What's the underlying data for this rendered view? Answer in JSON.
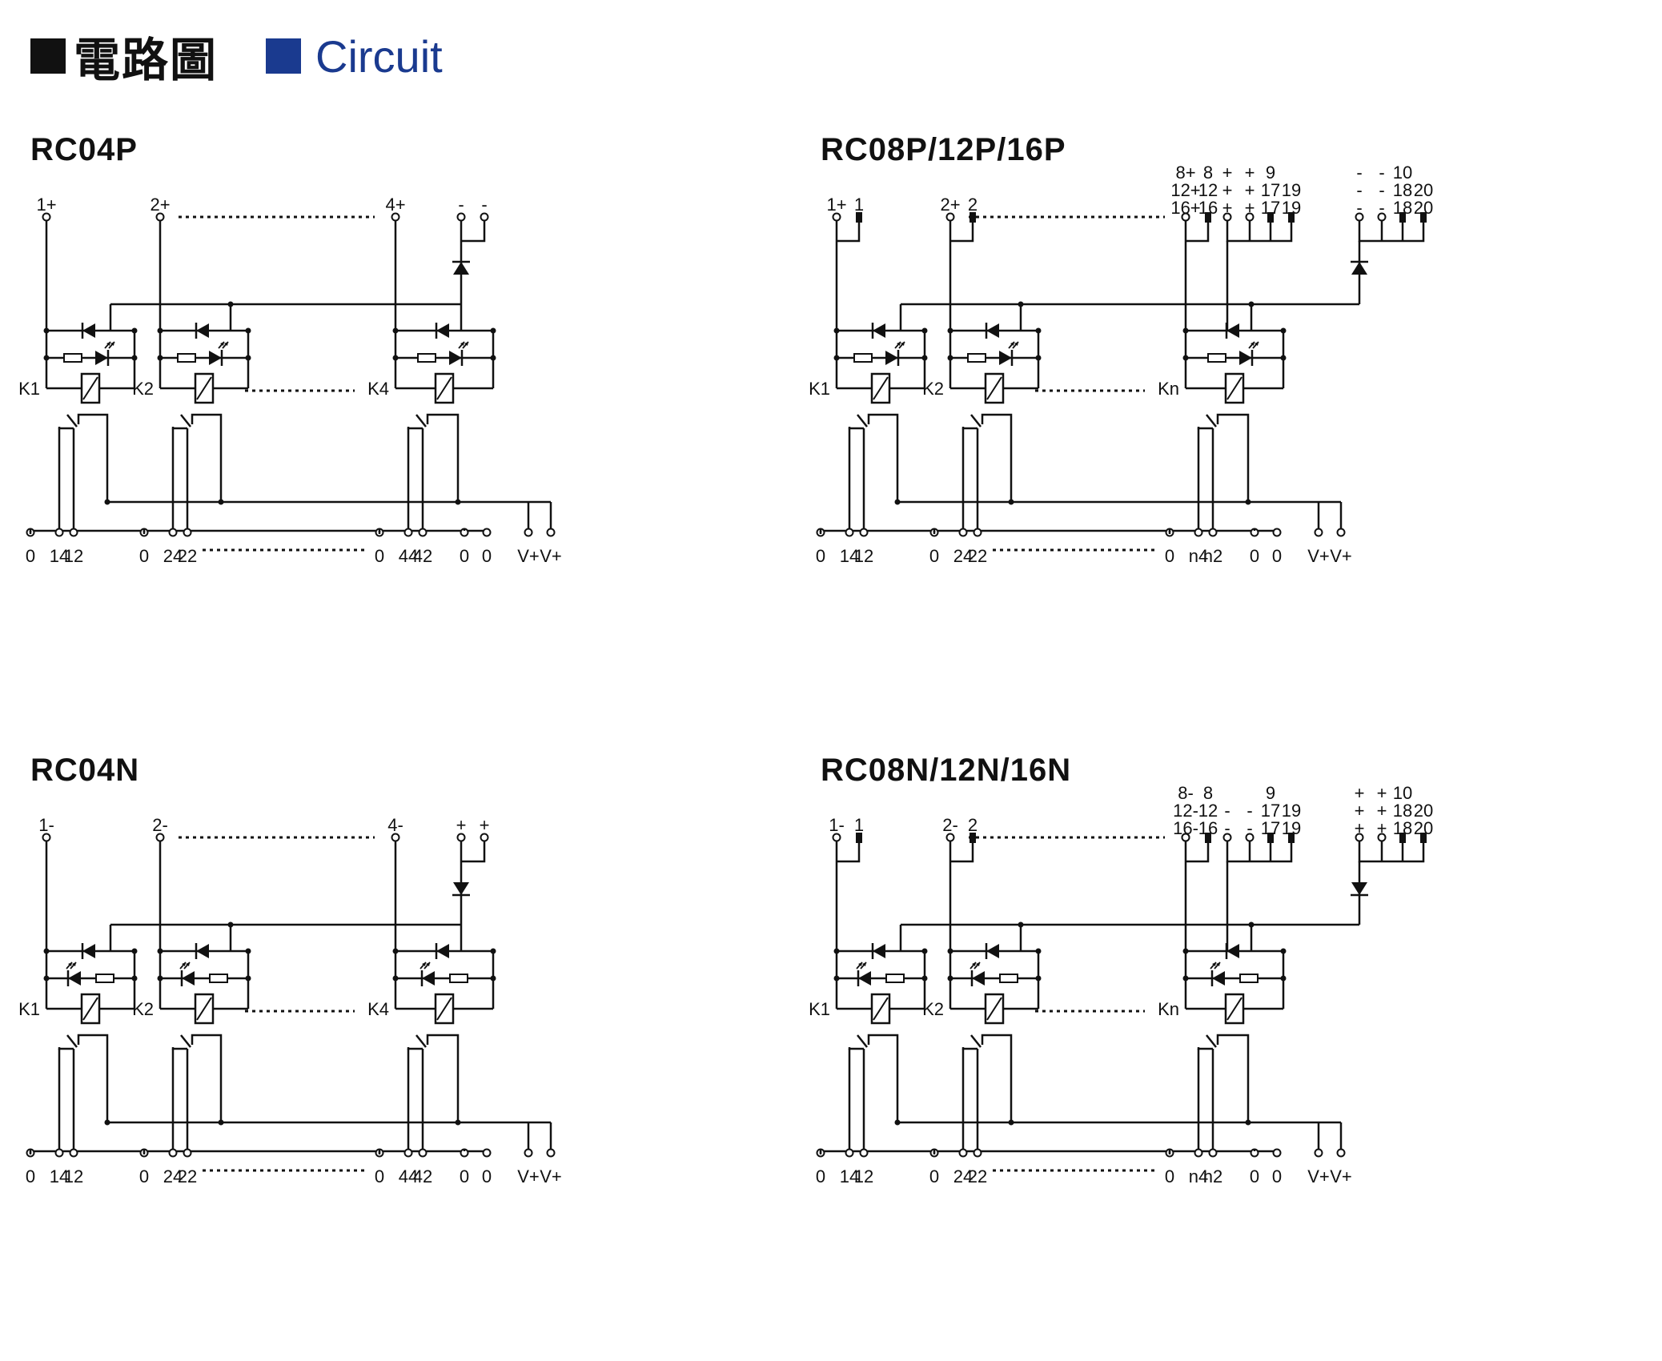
{
  "header": {
    "zh_title": "電路圖",
    "en_title": "Circuit",
    "zh_square_color": "#111111",
    "en_square_color": "#1a3a8f",
    "en_title_color": "#1a3a8f"
  },
  "panels": [
    {
      "id": "rc04p",
      "title": "RC04P",
      "polarity": "P",
      "multi": false,
      "top_labels": [
        "1+",
        "2+",
        "4+",
        "-",
        "-"
      ],
      "relay_labels": [
        "K1",
        "K2",
        "K4"
      ],
      "bottom_labels": [
        "0",
        "14",
        "12",
        "0",
        "24",
        "22",
        "0",
        "44",
        "42",
        "0",
        "0",
        "V+",
        "V+"
      ]
    },
    {
      "id": "rc08p",
      "title": "RC08P/12P/16P",
      "polarity": "P",
      "multi": true,
      "top_labels": [
        "1+",
        "1",
        "2+",
        "2"
      ],
      "group_labels": [
        [
          "8+",
          "12+",
          "16+"
        ],
        [
          "8",
          "12",
          "16"
        ],
        [
          "+",
          "+",
          "+"
        ],
        [
          "+",
          "+",
          "+"
        ],
        [
          "9",
          "17",
          "17"
        ],
        [
          "",
          "19",
          "19"
        ],
        [
          "-",
          "-",
          "-"
        ],
        [
          "-",
          "-",
          "-"
        ],
        [
          "10",
          "18",
          "18"
        ],
        [
          "",
          "20",
          "20"
        ]
      ],
      "relay_labels": [
        "K1",
        "K2",
        "Kn"
      ],
      "bottom_labels": [
        "0",
        "14",
        "12",
        "0",
        "24",
        "22",
        "0",
        "n4",
        "n2",
        "0",
        "0",
        "V+",
        "V+"
      ]
    },
    {
      "id": "rc04n",
      "title": "RC04N",
      "polarity": "N",
      "multi": false,
      "top_labels": [
        "1-",
        "2-",
        "4-",
        "+",
        "+"
      ],
      "relay_labels": [
        "K1",
        "K2",
        "K4"
      ],
      "bottom_labels": [
        "0",
        "14",
        "12",
        "0",
        "24",
        "22",
        "0",
        "44",
        "42",
        "0",
        "0",
        "V+",
        "V+"
      ]
    },
    {
      "id": "rc08n",
      "title": "RC08N/12N/16N",
      "polarity": "N",
      "multi": true,
      "top_labels": [
        "1-",
        "1",
        "2-",
        "2"
      ],
      "group_labels": [
        [
          "8-",
          "12-",
          "16-"
        ],
        [
          "8",
          "12",
          "16"
        ],
        [
          "",
          "-",
          "-"
        ],
        [
          "",
          "-",
          "-"
        ],
        [
          "9",
          "17",
          "17"
        ],
        [
          "",
          "19",
          "19"
        ],
        [
          "+",
          "+",
          "+"
        ],
        [
          "+",
          "+",
          "+"
        ],
        [
          "10",
          "18",
          "18"
        ],
        [
          "",
          "20",
          "20"
        ]
      ],
      "relay_labels": [
        "K1",
        "K2",
        "Kn"
      ],
      "bottom_labels": [
        "0",
        "14",
        "12",
        "0",
        "24",
        "22",
        "0",
        "n4",
        "n2",
        "0",
        "0",
        "V+",
        "V+"
      ]
    }
  ]
}
